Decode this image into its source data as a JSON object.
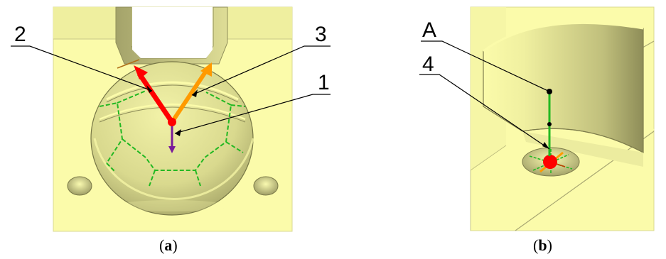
{
  "figure": {
    "panel_a": {
      "callouts": {
        "label_1": "1",
        "label_2": "2",
        "label_3": "3"
      },
      "caption": {
        "open": "(",
        "letter": "a",
        "close": ")"
      }
    },
    "panel_b": {
      "callouts": {
        "label_A": "A",
        "label_4": "4"
      },
      "caption": {
        "open": "(",
        "letter": "b",
        "close": ")"
      }
    },
    "colors": {
      "part_face": "#fbfbaa",
      "part_shade": "#e6e69a",
      "part_dark": "#b8b776",
      "edge_mesh": "#22b822",
      "vector_red": "#ff0000",
      "vector_orange": "#ff9a00",
      "vector_purple": "#7a1a9a",
      "leader": "#000000"
    }
  }
}
